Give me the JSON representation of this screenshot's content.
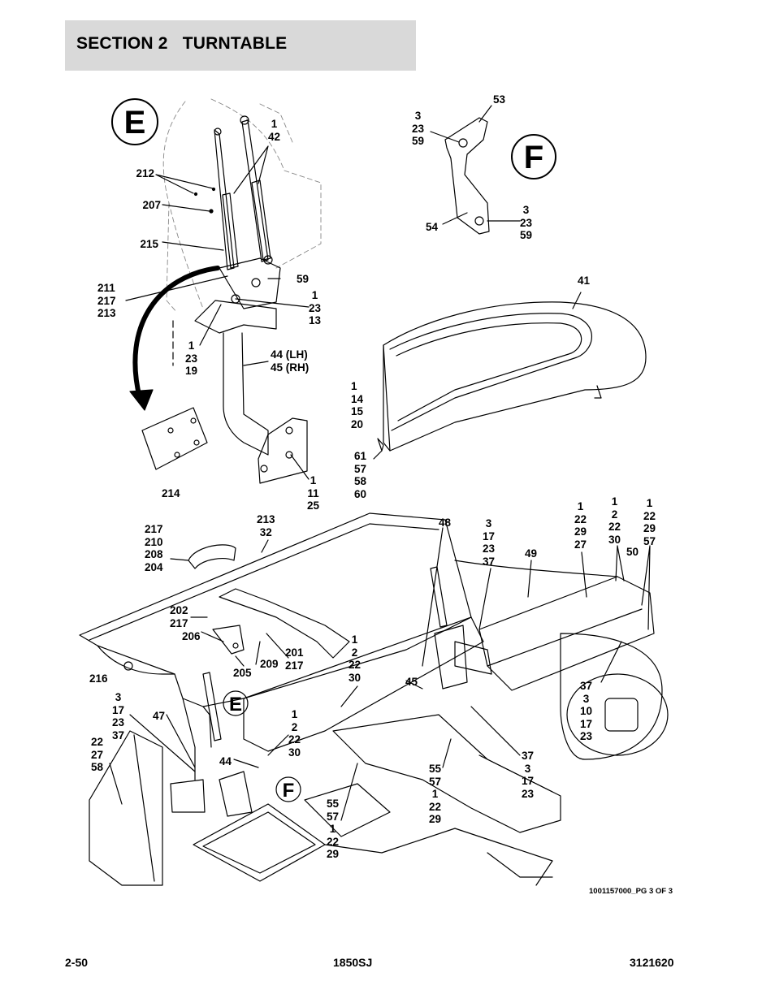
{
  "header": {
    "section_title": "SECTION 2   TURNTABLE"
  },
  "detail_views": {
    "e_letter": "E",
    "f_letter": "F"
  },
  "callouts": [
    "1\n42",
    "212",
    "207",
    "215",
    "59",
    "211\n217\n213",
    "1\n23\n13",
    "1\n23\n19",
    "44 (LH)\n45 (RH)",
    "214",
    "1\n11\n25",
    "53",
    "3\n23\n59",
    "54",
    "3\n23\n59",
    "41",
    "1\n14\n15\n20",
    "61\n57\n58\n60",
    "213\n32",
    "217\n210\n208\n204",
    "48",
    "3\n17\n23\n37",
    "49",
    "1\n22\n29\n27",
    "1\n2\n22\n30",
    "1\n22\n29\n57",
    "50",
    "202\n217",
    "206",
    "201\n217",
    "209",
    "205",
    "216",
    "1\n2\n22\n30",
    "45",
    "3\n17\n23\n37",
    "47",
    "22\n27\n58",
    "1\n2\n22\n30",
    "44",
    "37\n3\n10\n17\n23",
    "55\n57\n1\n22\n29",
    "37\n3\n17\n23",
    "55\n57\n1\n22\n29"
  ],
  "view_markers": {
    "e_marker": "E",
    "f_marker": "F"
  },
  "drawing_number": "1001157000_PG 3 OF 3",
  "footer": {
    "page": "2-50",
    "model": "1850SJ",
    "part_number": "3121620"
  }
}
